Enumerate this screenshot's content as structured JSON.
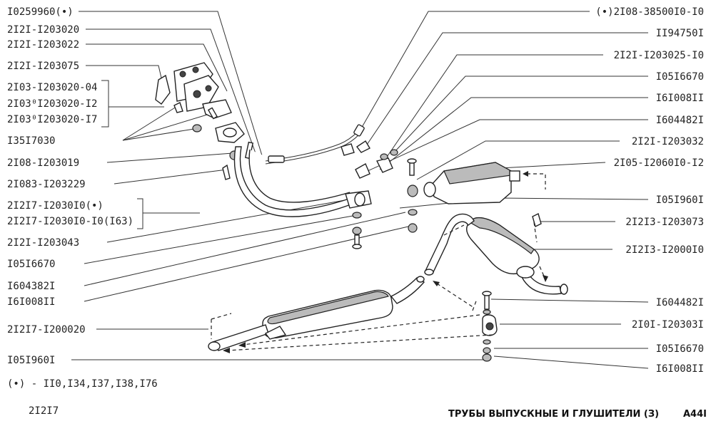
{
  "left_labels": [
    "I0259960(•)",
    "2I2I-I203020",
    "2I2I-I203022",
    "2I2I-I203075",
    "2I03-I203020-04",
    "2I03⁰I203020-I2",
    "2I03⁰I203020-I7",
    "I35I7030",
    "2I08-I203019",
    "2I083-I203229",
    "2I2I7-I2030I0(•)",
    "2I2I7-I2030I0-I0(I63)",
    "2I2I-I203043",
    "I05I6670",
    "I604382I",
    "I6I008II",
    "2I2I7-I200020",
    "I05I960I"
  ],
  "right_labels": [
    "(•)2I08-38500I0-I0",
    "II94750I",
    "2I2I-I203025-I0",
    "I05I6670",
    "I6I008II",
    "I604482I",
    "2I2I-I203032",
    "2I05-I2060I0-I2",
    "I05I960I",
    "2I2I3-I203073",
    "2I2I3-I2000I0",
    "I604482I",
    "2I0I-I20303I",
    "I05I6670",
    "I6I008II"
  ],
  "footnote": "(•) - II0,I34,I37,I38,I76",
  "model": "2I2I7",
  "page_title": "ТРУБЫ ВЫПУСКНЫЕ И ГЛУШИТЕЛИ (З)",
  "page_code": "A44I"
}
